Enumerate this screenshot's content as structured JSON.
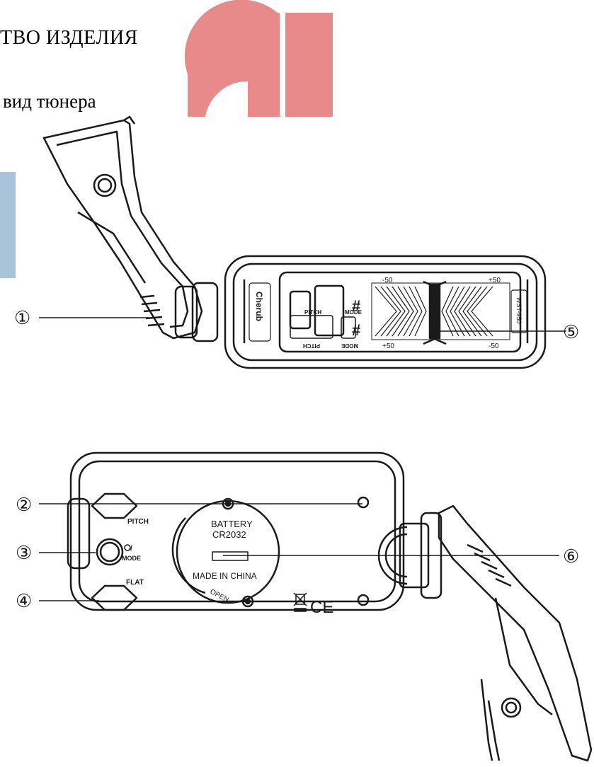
{
  "document": {
    "heading": "ТВО ИЗДЕЛИЯ",
    "subheading": "вид тюнера"
  },
  "front_view": {
    "brand_logo_text": "Cherub",
    "scale_left_top": "-50",
    "scale_right_top": "+50",
    "scale_left_bottom": "+50",
    "scale_right_bottom": "-50",
    "pitch_label": "PITCH",
    "pitch_label_inverted": "PITCH",
    "mode_label": "MODE",
    "mode_label_inverted": "MODE",
    "model_text": "WST-950",
    "sharp_symbol": "#"
  },
  "back_view": {
    "pitch_button_label": "PITCH",
    "power_mode_label_line1": "/",
    "power_mode_label_line2": "MODE",
    "flat_button_label": "FLAT",
    "battery_line1": "BATTERY",
    "battery_line2": "CR2032",
    "made_in": "MADE IN CHINA",
    "open_label": "OPEN",
    "ce_mark": "CE"
  },
  "callouts": {
    "c1": "①",
    "c2": "②",
    "c3": "③",
    "c4": "④",
    "c5": "⑤",
    "c6": "⑥"
  },
  "colors": {
    "logo_red": "#e88a8a",
    "logo_blue": "#a8c4da",
    "ink": "#1a1a1a"
  }
}
